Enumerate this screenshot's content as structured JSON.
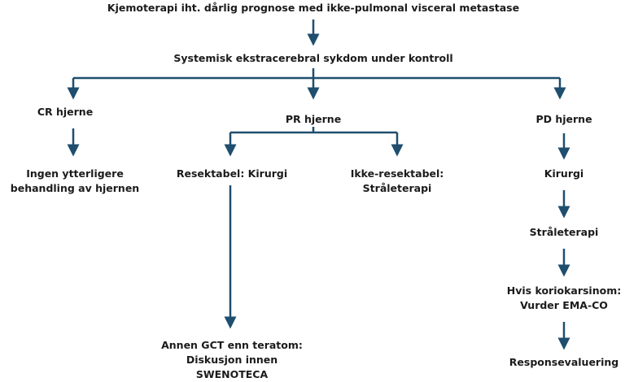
{
  "diagram": {
    "colors": {
      "connector": "#1f4e6e",
      "text": "#1b1b1b"
    },
    "nodes": {
      "top": "Kjemoterapi iht. dårlig prognose med ikke-pulmonal visceral metastase",
      "systemic": "Systemisk ekstracerebral sykdom under kontroll",
      "cr": "CR hjerne",
      "pr": "PR hjerne",
      "pd": "PD hjerne",
      "cr_action": [
        "Ingen ytterligere",
        "behandling av hjernen"
      ],
      "resectable": "Resektabel: Kirurgi",
      "unresectable": [
        "Ikke-resektabel:",
        "Stråleterapi"
      ],
      "gct": [
        "Annen GCT enn teratom:",
        "Diskusjon innen",
        "SWENOTECA"
      ],
      "pd_surgery": "Kirurgi",
      "pd_radiation": "Stråleterapi",
      "pd_choriocarcinoma": [
        "Hvis koriokarsinom:",
        "Vurder EMA-CO"
      ],
      "pd_response": "Responsevaluering"
    }
  }
}
